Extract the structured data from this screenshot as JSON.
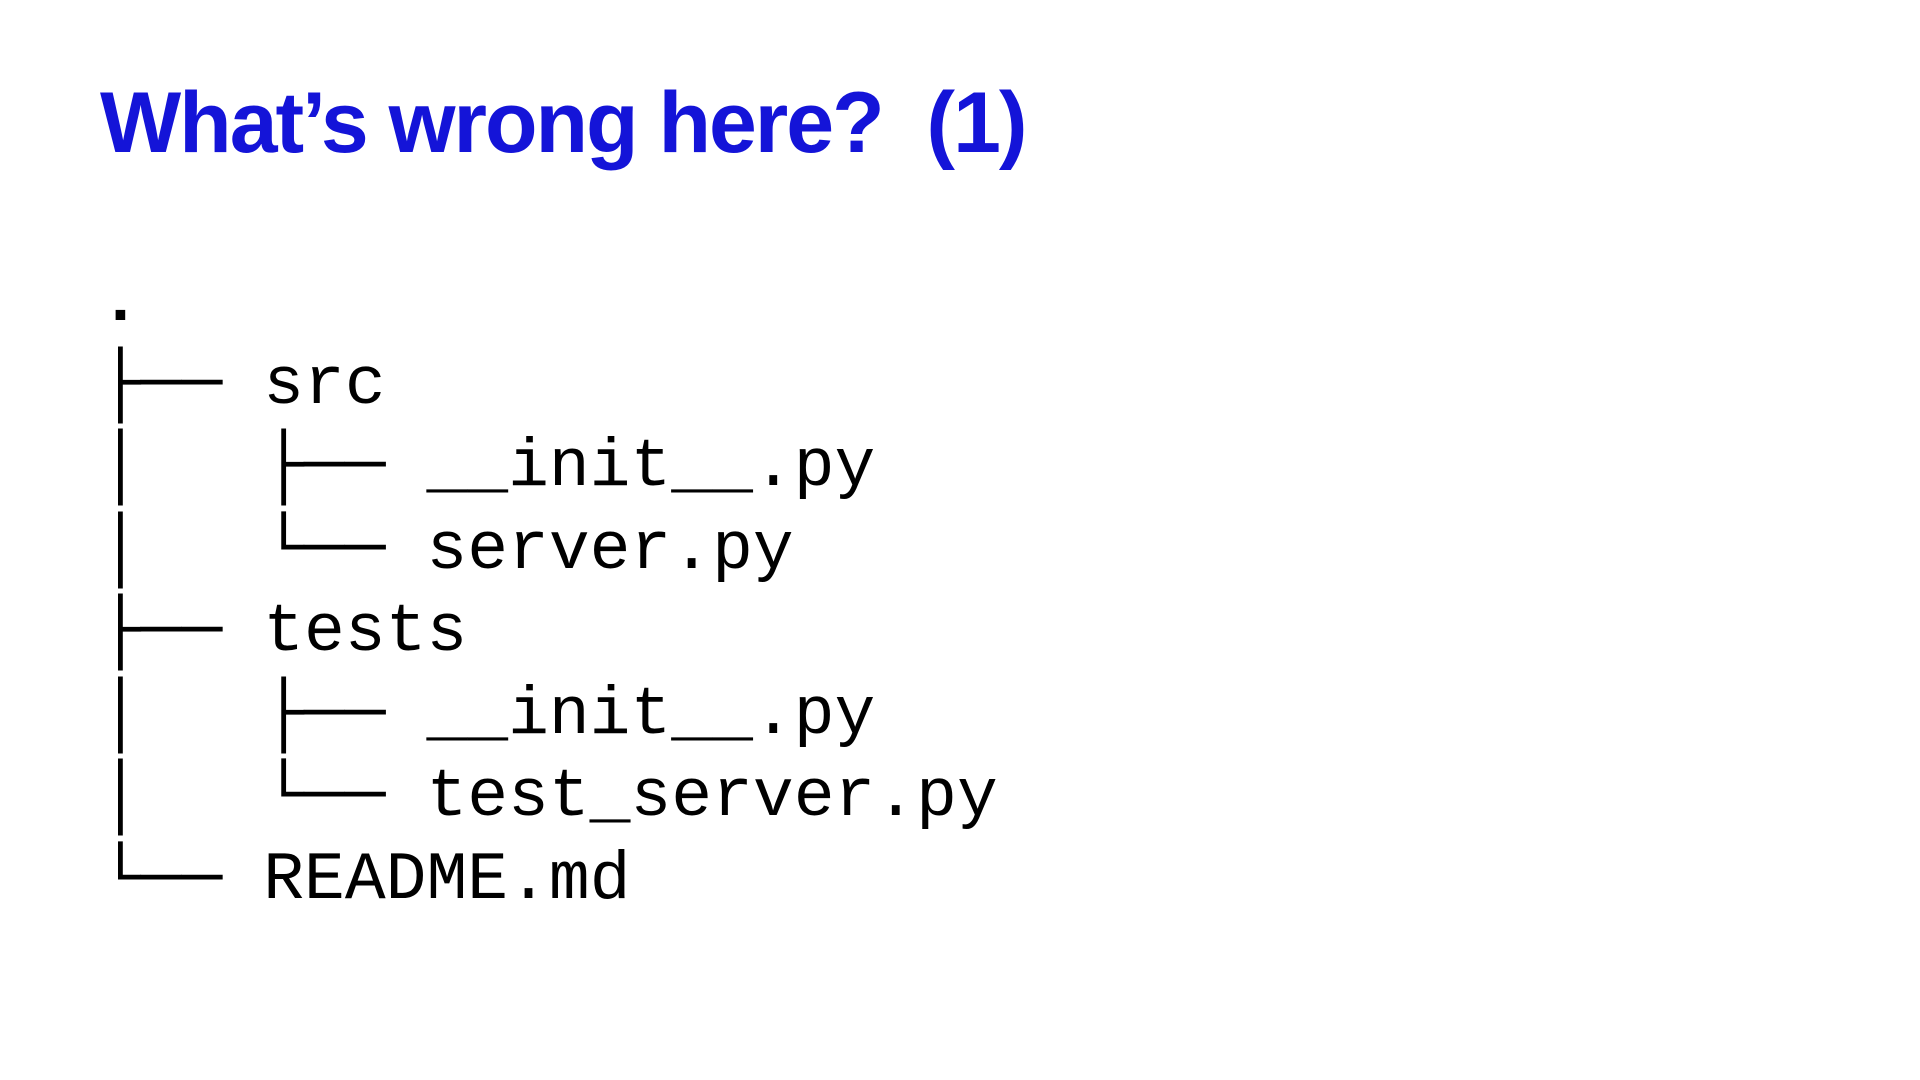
{
  "slide": {
    "title": "What’s wrong here?  (1)"
  },
  "tree": {
    "root": ".",
    "lines": [
      {
        "branch": "├── ",
        "name": "src"
      },
      {
        "branch": "│   ├── ",
        "name": "__init__.py"
      },
      {
        "branch": "│   └── ",
        "name": "server.py"
      },
      {
        "branch": "├── ",
        "name": "tests"
      },
      {
        "branch": "│   ├── ",
        "name": "__init__.py"
      },
      {
        "branch": "│   └── ",
        "name": "test_server.py"
      },
      {
        "branch": "└── ",
        "name": "README.md"
      }
    ]
  }
}
